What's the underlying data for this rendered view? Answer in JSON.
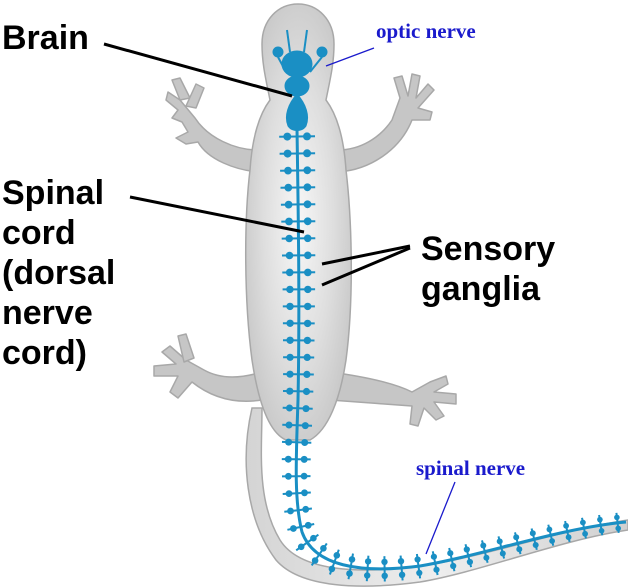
{
  "labels": {
    "brain": "Brain",
    "optic_nerve": "optic nerve",
    "spinal_cord": [
      "Spinal",
      "cord",
      "(dorsal",
      "nerve",
      "cord)"
    ],
    "sensory_ganglia": [
      "Sensory",
      "ganglia"
    ],
    "spinal_nerve": "spinal nerve"
  },
  "colors": {
    "body_fill": "#c9c9c9",
    "body_outline": "#a3a3a3",
    "nerve": "#1a8fc4",
    "label_text": "#000000",
    "small_label_text": "#1a1acc"
  }
}
